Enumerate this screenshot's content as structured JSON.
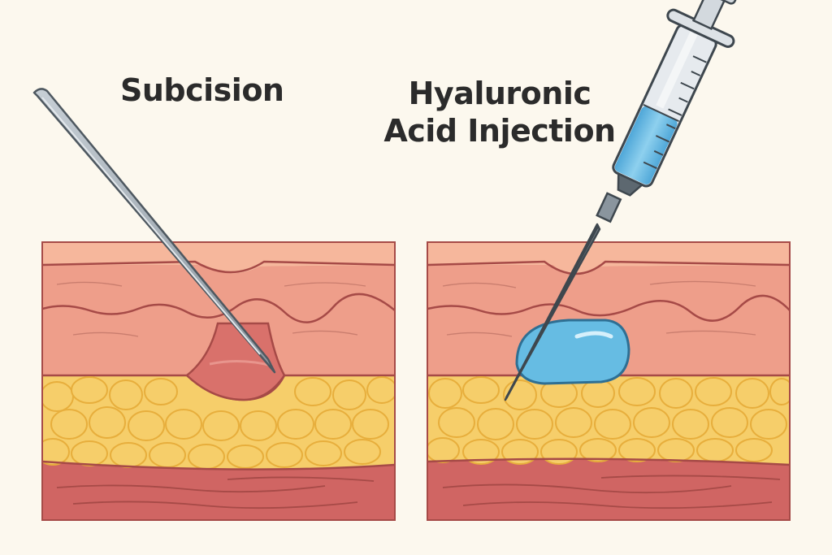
{
  "panels": {
    "left": {
      "title": "Subcision"
    },
    "right": {
      "title_line1": "Hyaluronic",
      "title_line2": "Acid Injection"
    }
  },
  "colors": {
    "background": "#FCF8EE",
    "epidermis": "#F6B79C",
    "dermis": "#EE9E8A",
    "fat": "#F6CE6A",
    "fat_cell_outline": "#E7AE3C",
    "muscle": "#D06563",
    "outline": "#A64A47",
    "scar_pocket": "#D9716B",
    "needle": "#9AA5AE",
    "syringe_fluid": "#5FB3DE",
    "hyaluronic_filler": "#66BCE3"
  }
}
